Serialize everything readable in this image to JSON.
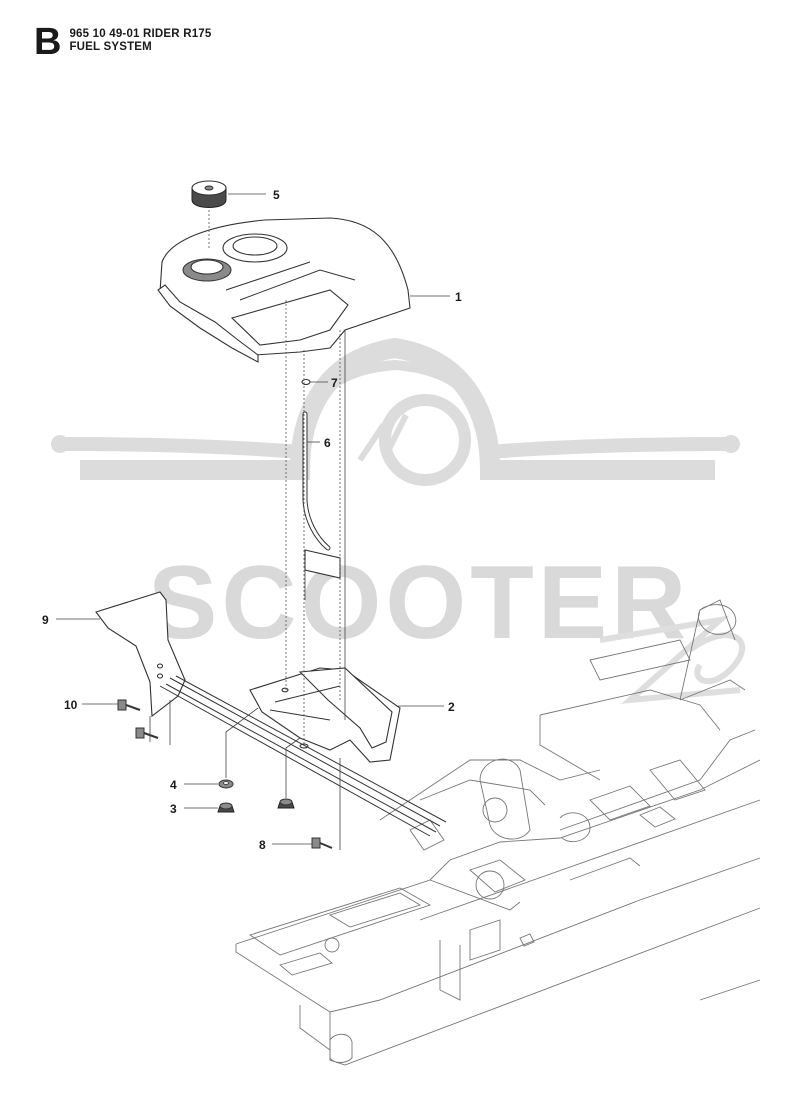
{
  "header": {
    "section_letter": "B",
    "model_line": "965 10 49-01 RIDER R175",
    "section_title": "FUEL SYSTEM"
  },
  "watermark": {
    "text": "SCOOTER",
    "color": "#d9d9d9"
  },
  "callouts": [
    {
      "number": "1"
    },
    {
      "number": "2"
    },
    {
      "number": "3"
    },
    {
      "number": "4"
    },
    {
      "number": "5"
    },
    {
      "number": "6"
    },
    {
      "number": "7"
    },
    {
      "number": "8"
    },
    {
      "number": "9"
    },
    {
      "number": "10"
    }
  ]
}
